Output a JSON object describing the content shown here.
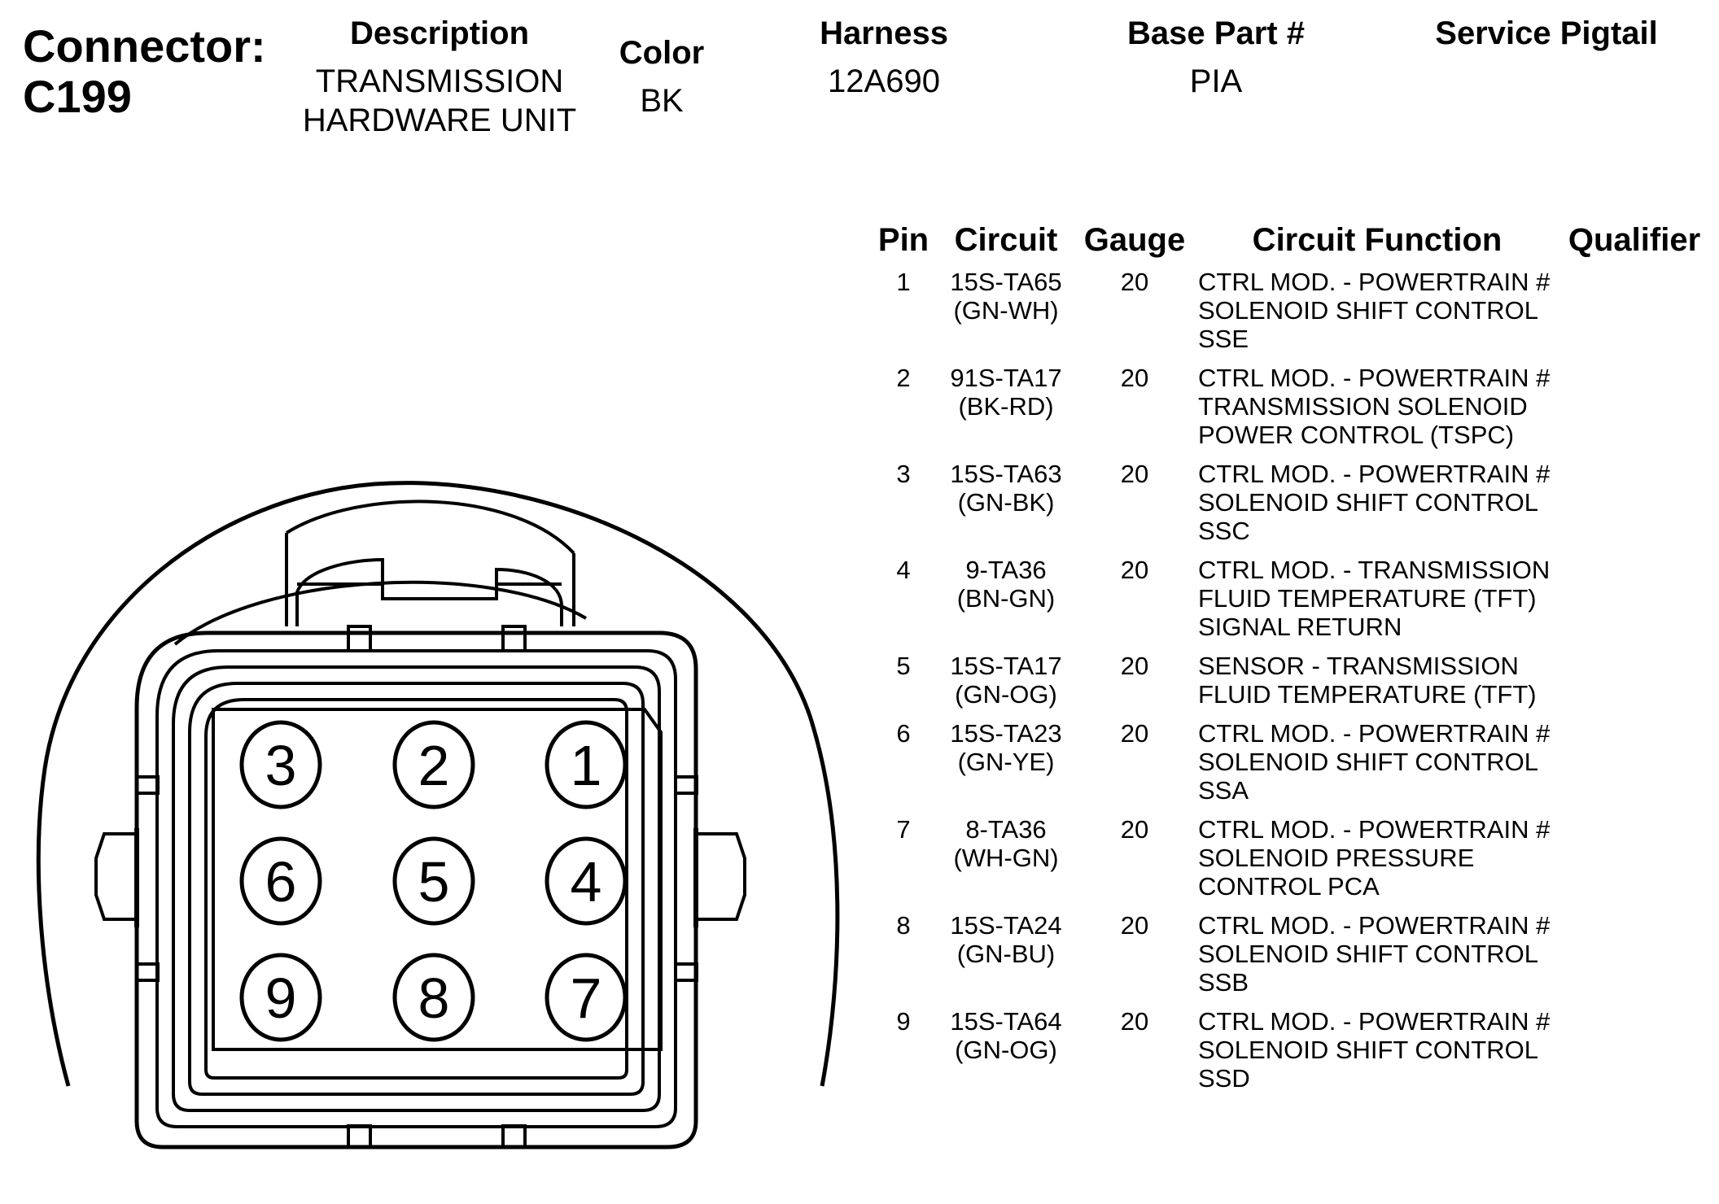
{
  "connector": {
    "label": "Connector:",
    "id": "C199"
  },
  "header": {
    "description": {
      "title": "Description",
      "lines": [
        "TRANSMISSION",
        "HARDWARE UNIT"
      ]
    },
    "color": {
      "title": "Color",
      "value": "BK"
    },
    "harness": {
      "title": "Harness",
      "value": "12A690"
    },
    "base_part": {
      "title": "Base Part #",
      "value": "PIA"
    },
    "service_pigtail": {
      "title": "Service Pigtail",
      "value": ""
    }
  },
  "table": {
    "headers": {
      "pin": "Pin",
      "circuit": "Circuit",
      "gauge": "Gauge",
      "function": "Circuit Function",
      "qualifier": "Qualifier"
    },
    "rows": [
      {
        "pin": "1",
        "circuit": [
          "15S-TA65",
          "(GN-WH)"
        ],
        "gauge": "20",
        "function": [
          "CTRL MOD. - POWERTRAIN #",
          "SOLENOID SHIFT CONTROL",
          "SSE"
        ]
      },
      {
        "pin": "2",
        "circuit": [
          "91S-TA17",
          "(BK-RD)"
        ],
        "gauge": "20",
        "function": [
          "CTRL MOD. - POWERTRAIN #",
          "TRANSMISSION SOLENOID",
          "POWER CONTROL (TSPC)"
        ]
      },
      {
        "pin": "3",
        "circuit": [
          "15S-TA63",
          "(GN-BK)"
        ],
        "gauge": "20",
        "function": [
          "CTRL MOD. - POWERTRAIN #",
          "SOLENOID SHIFT CONTROL",
          "SSC"
        ]
      },
      {
        "pin": "4",
        "circuit": [
          "9-TA36",
          "(BN-GN)"
        ],
        "gauge": "20",
        "function": [
          "CTRL MOD. - TRANSMISSION",
          "FLUID TEMPERATURE (TFT)",
          "SIGNAL RETURN"
        ]
      },
      {
        "pin": "5",
        "circuit": [
          "15S-TA17",
          "(GN-OG)"
        ],
        "gauge": "20",
        "function": [
          "SENSOR - TRANSMISSION",
          "FLUID TEMPERATURE (TFT)"
        ]
      },
      {
        "pin": "6",
        "circuit": [
          "15S-TA23",
          "(GN-YE)"
        ],
        "gauge": "20",
        "function": [
          "CTRL MOD. - POWERTRAIN #",
          "SOLENOID SHIFT CONTROL",
          "SSA"
        ]
      },
      {
        "pin": "7",
        "circuit": [
          "8-TA36",
          "(WH-GN)"
        ],
        "gauge": "20",
        "function": [
          "CTRL MOD. - POWERTRAIN #",
          "SOLENOID PRESSURE",
          "CONTROL PCA"
        ]
      },
      {
        "pin": "8",
        "circuit": [
          "15S-TA24",
          "(GN-BU)"
        ],
        "gauge": "20",
        "function": [
          "CTRL MOD. - POWERTRAIN #",
          "SOLENOID SHIFT CONTROL",
          "SSB"
        ]
      },
      {
        "pin": "9",
        "circuit": [
          "15S-TA64",
          "(GN-OG)"
        ],
        "gauge": "20",
        "function": [
          "CTRL MOD. - POWERTRAIN #",
          "SOLENOID SHIFT CONTROL",
          "SSD"
        ]
      }
    ]
  },
  "diagram": {
    "pin_labels": [
      "3",
      "2",
      "1",
      "6",
      "5",
      "4",
      "9",
      "8",
      "7"
    ]
  }
}
